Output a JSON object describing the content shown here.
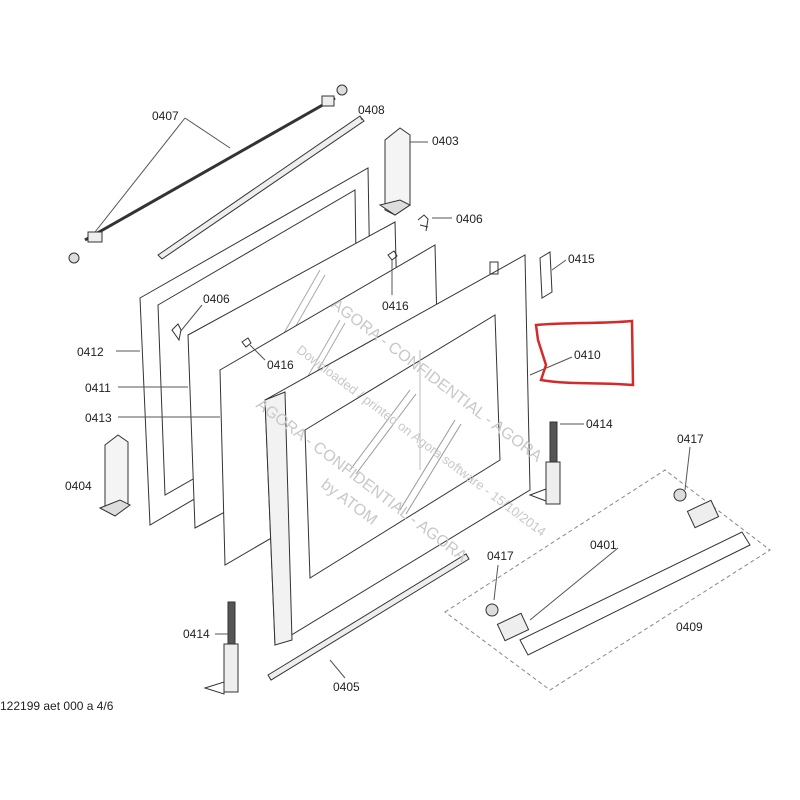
{
  "diagram": {
    "labels": {
      "p0407": "0407",
      "p0408": "0408",
      "p0403": "0403",
      "p0406a": "0406",
      "p0415": "0415",
      "p0406b": "0406",
      "p0416a": "0416",
      "p0416b": "0416",
      "p0412": "0412",
      "p0410": "0410",
      "p0411": "0411",
      "p0413": "0413",
      "p0414a": "0414",
      "p0417a": "0417",
      "p0404": "0404",
      "p0401": "0401",
      "p0417b": "0417",
      "p0409": "0409",
      "p0414b": "0414",
      "p0405": "0405"
    },
    "drawing_code": "122199 aet 000 a 4/6",
    "highlight": {
      "part": "0410",
      "color": "#d42a2a"
    },
    "watermark": {
      "line1": "AGORA - CONFIDENTIAL - AGORA",
      "line2": "Downloaded / printed on Agora software - 15/10/2014",
      "line3": "AGORA - CONFIDENTIAL - AGORA",
      "line4": "by ATOM"
    }
  }
}
